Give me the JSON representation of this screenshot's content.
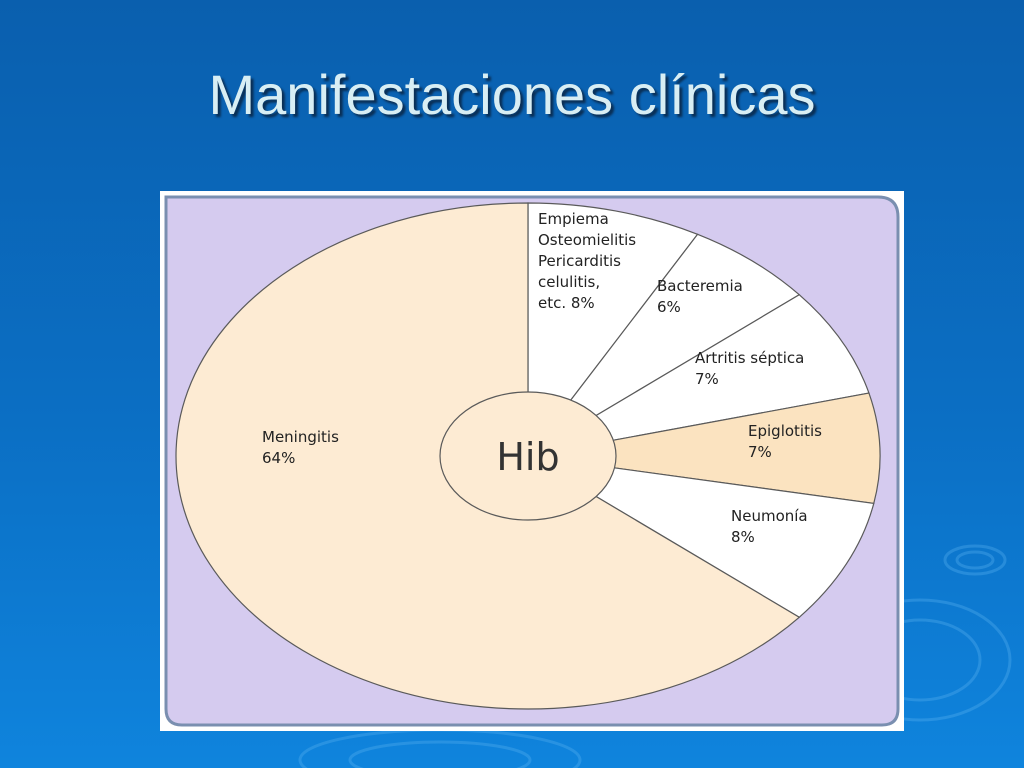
{
  "title": "Manifestaciones clínicas",
  "chart_data": {
    "type": "pie",
    "center_label": "Hib",
    "slices": [
      {
        "label": "Empiema\nOsteomielitis\nPericarditis\ncelulitis,\netc. 8%",
        "value": 8,
        "color": "#ffffff"
      },
      {
        "label": "Bacteremia\n6%",
        "value": 6,
        "color": "#ffffff"
      },
      {
        "label": "Artritis séptica\n7%",
        "value": 7,
        "color": "#ffffff"
      },
      {
        "label": "Epiglotitis\n7%",
        "value": 7,
        "color": "#fbe3c0"
      },
      {
        "label": "Neumonía\n8%",
        "value": 8,
        "color": "#ffffff"
      },
      {
        "label": "Meningitis\n64%",
        "value": 64,
        "color": "#fdebd3"
      }
    ],
    "colors": {
      "background_panel": "#d5cbef",
      "outline": "#5a5a5a",
      "center_fill": "#fdebd3"
    }
  }
}
